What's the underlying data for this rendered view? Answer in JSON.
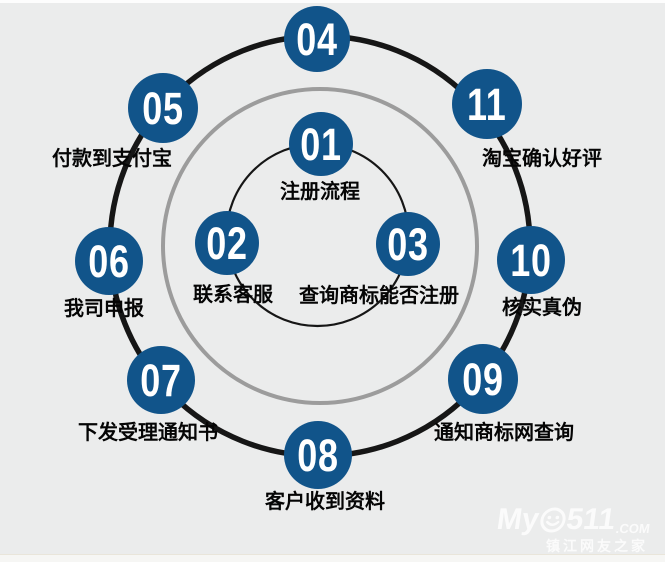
{
  "nodes": [
    {
      "id": "01",
      "number": "01",
      "label": "注册流程"
    },
    {
      "id": "02",
      "number": "02",
      "label": "联系客服"
    },
    {
      "id": "03",
      "number": "03",
      "label": "查询商标能否注册"
    },
    {
      "id": "04",
      "number": "04",
      "label": ""
    },
    {
      "id": "05",
      "number": "05",
      "label": "付款到支付宝"
    },
    {
      "id": "06",
      "number": "06",
      "label": "我司申报"
    },
    {
      "id": "07",
      "number": "07",
      "label": "下发受理通知书"
    },
    {
      "id": "08",
      "number": "08",
      "label": "客户收到资料"
    },
    {
      "id": "09",
      "number": "09",
      "label": "通知商标网查询"
    },
    {
      "id": "10",
      "number": "10",
      "label": "核实真伪"
    },
    {
      "id": "11",
      "number": "11",
      "label": "淘宝确认好评"
    }
  ],
  "watermark": {
    "prefix": "My",
    "suffix": "511",
    "domain": ".COM",
    "tagline": "镇江网友之家"
  },
  "colors": {
    "background": "#ebecec",
    "node_blue": "#11548a",
    "ring_black": "#161616",
    "ring_gray": "#9c9c9c",
    "label_black": "#050505"
  }
}
